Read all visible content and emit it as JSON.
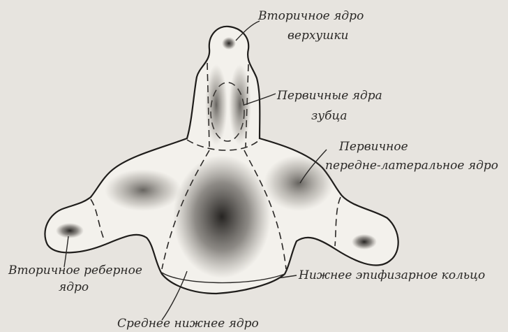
{
  "labels": {
    "secondary_apex_nucleus_line1": "Вторичное ядро",
    "secondary_apex_nucleus_line2": "верхушки",
    "primary_dens_nuclei_line1": "Первичные ядра",
    "primary_dens_nuclei_line2": "зубца",
    "primary_anterolateral_nucleus_line1": "Первичное",
    "primary_anterolateral_nucleus_line2": "передне-латеральное ядро",
    "secondary_costal_nucleus_line1": "Вторичное реберное",
    "secondary_costal_nucleus_line2": "ядро",
    "inferior_epiphyseal_ring": "Нижнее эпифизарное кольцо",
    "middle_inferior_nucleus": "Среднее нижнее ядро"
  },
  "colors": {
    "background": "#e7e4df",
    "bone_fill": "#f3f1ec",
    "ink": "#1f1d1b"
  }
}
